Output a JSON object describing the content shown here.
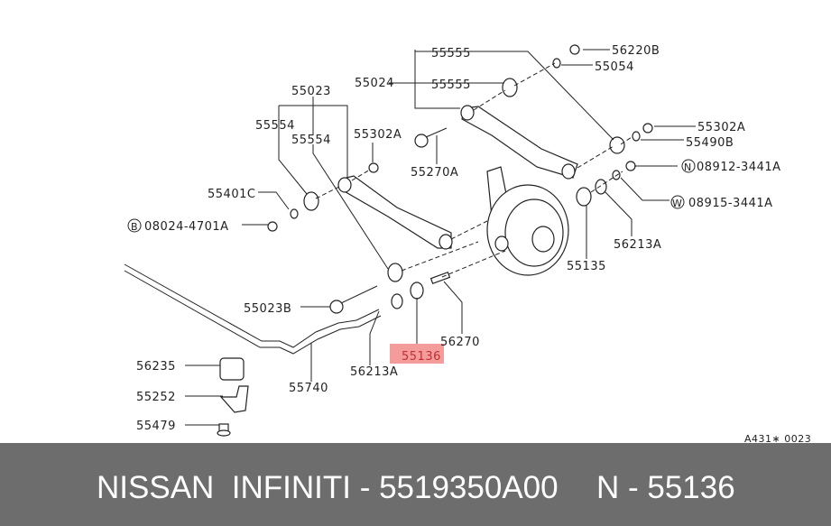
{
  "diagram": {
    "labels": {
      "p55555_a": "55555",
      "p56220B": "56220B",
      "p55054": "55054",
      "p55024": "55024",
      "p55555_b": "55555",
      "p55023": "55023",
      "p55554_a": "55554",
      "p55554_b": "55554",
      "p55302A_a": "55302A",
      "p55270A": "55270A",
      "p55302A_b": "55302A",
      "p55490B": "55490B",
      "p08912": "08912-3441A",
      "p08912_prefix": "N",
      "p55401C": "55401C",
      "p08915": "08915-3441A",
      "p08915_prefix": "W",
      "p08024": "08024-4701A",
      "p08024_prefix": "B",
      "p56213A_a": "56213A",
      "p55135": "55135",
      "p55023B": "55023B",
      "p56270": "56270",
      "p55136": "55136",
      "p56235": "56235",
      "p55740": "55740",
      "p56213A_b": "56213A",
      "p55252": "55252",
      "p55479": "55479"
    },
    "diagram_code": "A431∗ 0023",
    "highlight_color": "#f08080"
  },
  "footer": {
    "brand_part": "NISSAN  INFINITI - 5519350A00",
    "short_part": "N - 55136"
  }
}
